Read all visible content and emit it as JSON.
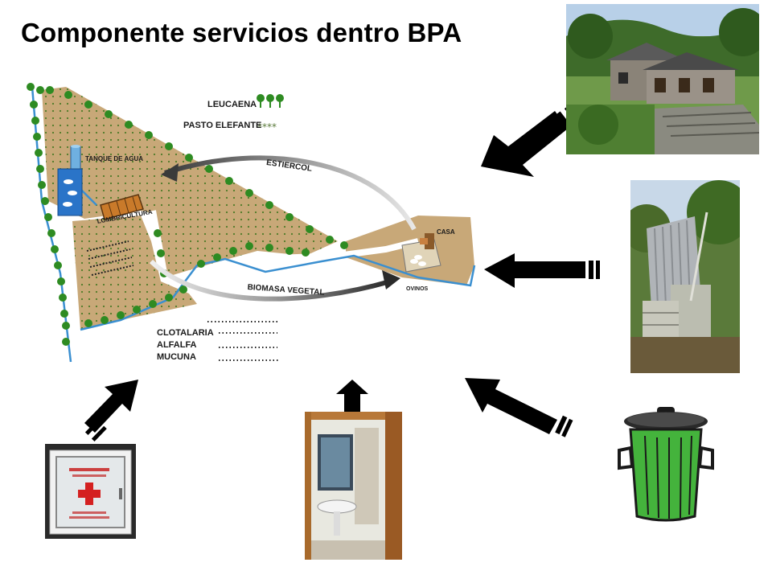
{
  "title": "Componente servicios dentro BPA",
  "map": {
    "legend": {
      "leucaena": "LEUCAENA",
      "pasto": "PASTO ELEFANTE"
    },
    "labels": {
      "tanque": "TANQUE DE AGUA",
      "estiercol": "ESTIERCOL",
      "lombricultura": "LOMBRICULTURA",
      "casa": "CASA",
      "biomasa": "BIOMASA VEGETAL",
      "ovinos": "OVINOS"
    },
    "crops": [
      "CLOTALARIA",
      "ALFALFA",
      "MUCUNA"
    ]
  },
  "colors": {
    "field": "#c8a878",
    "tree": "#2e8b22",
    "water": "#3a8fd0",
    "arrow": "#000000",
    "bin": "#44b33c"
  },
  "icons": [
    "house-photo",
    "latrine-photo",
    "trash-bin-icon",
    "bathroom-photo",
    "first-aid-cabinet-photo"
  ]
}
